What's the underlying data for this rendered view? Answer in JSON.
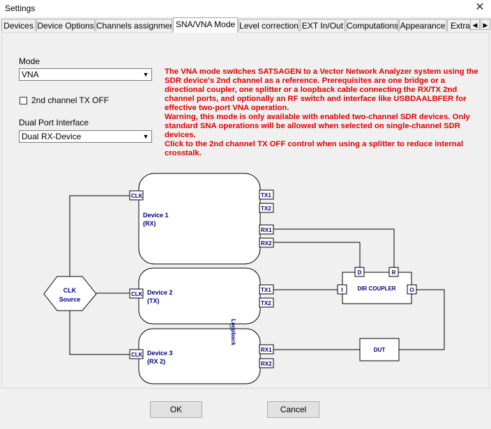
{
  "window": {
    "title": "Settings",
    "close_glyph": "✕"
  },
  "tabs": [
    {
      "label": "Devices"
    },
    {
      "label": "Device Options"
    },
    {
      "label": "Channels assignment"
    },
    {
      "label": "SNA/VNA Mode"
    },
    {
      "label": "Level correction"
    },
    {
      "label": "EXT In/Out"
    },
    {
      "label": "Computations"
    },
    {
      "label": "Appearance"
    },
    {
      "label": "Extra"
    }
  ],
  "active_tab": "SNA/VNA Mode",
  "mode": {
    "label": "Mode",
    "value": "VNA"
  },
  "second_channel": {
    "label": "2nd channel TX OFF",
    "checked": false
  },
  "dual_port": {
    "label": "Dual Port Interface",
    "value": "Dual RX-Device"
  },
  "warning_text": "The VNA mode switches SATSAGEN to a Vector Network Analyzer system using the SDR device's 2nd channel as a reference. Prerequisites are one bridge or a directional coupler, one splitter or a loopback cable connecting the RX/TX 2nd channel ports, and optionally an RF switch and interface like USBDAALBFER for effective two-port VNA operation.\nWarning, this mode is only available with enabled two-channel SDR devices. Only standard SNA operations will be allowed when selected on single-channel SDR devices.\nClick to the 2nd channel TX OFF control when using a splitter to reduce internal crosstalk.",
  "diagram": {
    "clk_source": [
      "CLK",
      "Source"
    ],
    "device1": [
      "Device 1",
      "(RX)"
    ],
    "device2": [
      "Device 2",
      "(TX)"
    ],
    "device3": [
      "Device 3",
      "(RX 2)"
    ],
    "port_clk": "CLK",
    "port_tx1": "TX1",
    "port_tx2": "TX2",
    "port_rx1": "RX1",
    "port_rx2": "RX2",
    "coupler": "DIR COUPLER",
    "coupler_d": "D",
    "coupler_r": "R",
    "coupler_i": "I",
    "coupler_o": "O",
    "dut": "DUT",
    "loopback": "Loopback",
    "text_color": "#00007f",
    "loop_color": "#008080"
  },
  "buttons": {
    "ok": "OK",
    "cancel": "Cancel"
  }
}
